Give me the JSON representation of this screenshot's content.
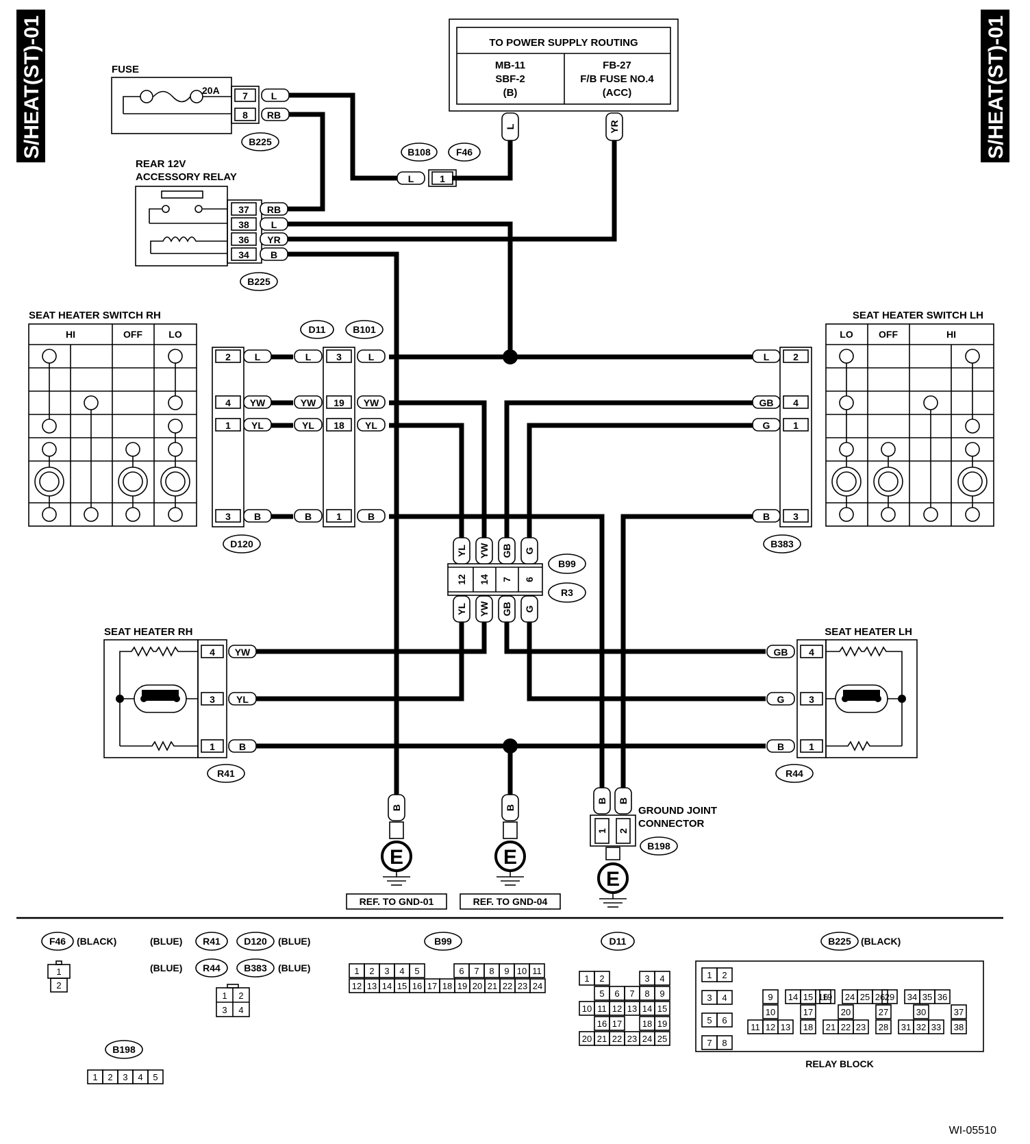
{
  "side_label": "S/HEAT(ST)-01",
  "figure_id": "WI-05510",
  "power_supply": {
    "title": "TO POWER SUPPLY ROUTING",
    "left": [
      "MB-11",
      "SBF-2",
      "(B)"
    ],
    "right": [
      "FB-27",
      "F/B FUSE NO.4",
      "(ACC)"
    ],
    "wire_left": "L",
    "wire_right": "YR"
  },
  "fuse": {
    "label": "FUSE",
    "rating": "20A",
    "pins": [
      "7",
      "8"
    ],
    "wires": [
      "L",
      "RB"
    ],
    "connector": "B225"
  },
  "relay": {
    "label": [
      "REAR 12V",
      "ACCESSORY RELAY"
    ],
    "pins": [
      "37",
      "38",
      "36",
      "34"
    ],
    "wires": [
      "RB",
      "L",
      "YR",
      "B"
    ],
    "connector": "B225"
  },
  "inline_b108": {
    "connectors": [
      "B108",
      "F46"
    ],
    "wire": "L",
    "pin": "1"
  },
  "switch_rh": {
    "label": "SEAT HEATER SWITCH RH",
    "cols": [
      "HI",
      "OFF",
      "LO"
    ],
    "pins": [
      "2",
      "4",
      "1",
      "3"
    ],
    "wires": [
      "L",
      "YW",
      "YL",
      "B"
    ],
    "connector": "D120"
  },
  "d11": {
    "connectors": [
      "D11",
      "B101"
    ],
    "wires_in": [
      "L",
      "YW",
      "YL",
      "B"
    ],
    "pins": [
      "3",
      "19",
      "18",
      "1"
    ],
    "wires_out": [
      "L",
      "YW",
      "YL",
      "B"
    ]
  },
  "switch_lh": {
    "label": "SEAT HEATER SWITCH LH",
    "cols": [
      "LO",
      "OFF",
      "HI"
    ],
    "pins": [
      "2",
      "4",
      "1",
      "3"
    ],
    "wires": [
      "L",
      "GB",
      "G",
      "B"
    ],
    "connector": "B383"
  },
  "b99": {
    "connectors": [
      "B99",
      "R3"
    ],
    "wires": [
      "YL",
      "YW",
      "GB",
      "G"
    ],
    "pins": [
      "12",
      "14",
      "7",
      "6"
    ]
  },
  "heater_rh": {
    "label": "SEAT HEATER RH",
    "pins": [
      "4",
      "3",
      "1"
    ],
    "wires": [
      "YW",
      "YL",
      "B"
    ],
    "connector": "R41"
  },
  "heater_lh": {
    "label": "SEAT HEATER LH",
    "pins": [
      "4",
      "3",
      "1"
    ],
    "wires": [
      "GB",
      "G",
      "B"
    ],
    "connector": "R44"
  },
  "grounds": {
    "ground_symbol": "E",
    "wire": "B",
    "ref1": "REF. TO GND-01",
    "ref2": "REF. TO GND-04",
    "joint_label": [
      "GROUND JOINT",
      "CONNECTOR"
    ],
    "joint_connector": "B198",
    "joint_pins": [
      "1",
      "2"
    ]
  },
  "legend": {
    "f46": {
      "name": "F46",
      "color": "(BLACK)",
      "pins": [
        "1",
        "2"
      ]
    },
    "r41": {
      "left": "(BLUE)",
      "name": "R41",
      "name2": "D120",
      "right": "(BLUE)"
    },
    "r44": {
      "left": "(BLUE)",
      "name": "R44",
      "name2": "B383",
      "right": "(BLUE)",
      "pins": [
        "1",
        "2",
        "3",
        "4"
      ]
    },
    "b99": {
      "name": "B99",
      "row1": [
        "1",
        "2",
        "3",
        "4",
        "5",
        "6",
        "7",
        "8",
        "9",
        "10",
        "11"
      ],
      "row2": [
        "12",
        "13",
        "14",
        "15",
        "16",
        "17",
        "18",
        "19",
        "20",
        "21",
        "22",
        "23",
        "24"
      ]
    },
    "d11": {
      "name": "D11",
      "rows": [
        [
          "1",
          "2",
          "3",
          "4"
        ],
        [
          "5",
          "6",
          "7",
          "8",
          "9"
        ],
        [
          "10",
          "11",
          "12",
          "13",
          "14",
          "15"
        ],
        [
          "16",
          "17",
          "18",
          "19"
        ],
        [
          "20",
          "21",
          "22",
          "23",
          "24",
          "25"
        ]
      ]
    },
    "b225": {
      "name": "B225",
      "color": "(BLACK)",
      "title": "RELAY BLOCK",
      "left": [
        "1",
        "2",
        "3",
        "4",
        "5",
        "6",
        "7",
        "8"
      ],
      "row1": [
        "9",
        "14",
        "15",
        "16",
        "19",
        "24",
        "25",
        "26",
        "29",
        "34",
        "35",
        "36"
      ],
      "row2": [
        "10",
        "17",
        "20",
        "27",
        "30",
        "37"
      ],
      "row3": [
        "11",
        "12",
        "13",
        "18",
        "21",
        "22",
        "23",
        "28",
        "31",
        "32",
        "33",
        "38"
      ]
    },
    "b198": {
      "name": "B198",
      "pins": [
        "1",
        "2",
        "3",
        "4",
        "5"
      ]
    }
  }
}
